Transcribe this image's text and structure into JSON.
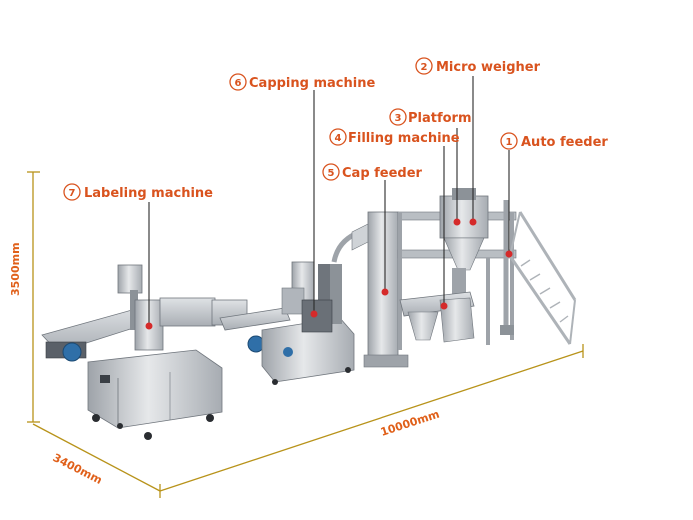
{
  "colors": {
    "accent": "#d9531e",
    "dimension": "#b8931a",
    "pointer_dot": "#d52a2a",
    "steel": "#c7cbd0"
  },
  "labels": {
    "auto_feeder": {
      "num": "1",
      "text": "Auto feeder"
    },
    "micro_weigher": {
      "num": "2",
      "text": "Micro weigher"
    },
    "platform": {
      "num": "3",
      "text": "Platform"
    },
    "filling_machine": {
      "num": "4",
      "text": "Filling machine"
    },
    "cap_feeder": {
      "num": "5",
      "text": "Cap feeder"
    },
    "capping_machine": {
      "num": "6",
      "text": "Capping machine"
    },
    "labeling_machine": {
      "num": "7",
      "text": "Labeling machine"
    }
  },
  "dimensions": {
    "height": "3500mm",
    "depth": "3400mm",
    "length": "10000mm"
  }
}
